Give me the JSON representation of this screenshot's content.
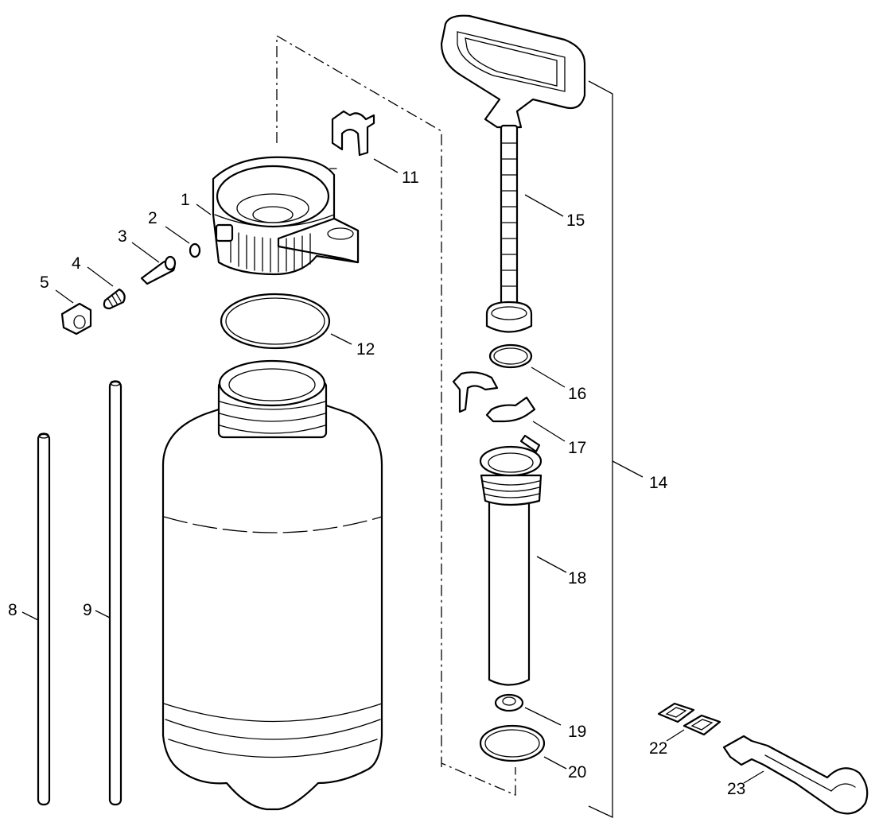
{
  "diagram": {
    "callouts": {
      "c1": "1",
      "c2": "2",
      "c3": "3",
      "c4": "4",
      "c5": "5",
      "c8": "8",
      "c9": "9",
      "c11": "11",
      "c12": "12",
      "c14": "14",
      "c15": "15",
      "c16": "16",
      "c17": "17",
      "c18": "18",
      "c19": "19",
      "c20": "20",
      "c22": "22",
      "c23": "23"
    }
  }
}
